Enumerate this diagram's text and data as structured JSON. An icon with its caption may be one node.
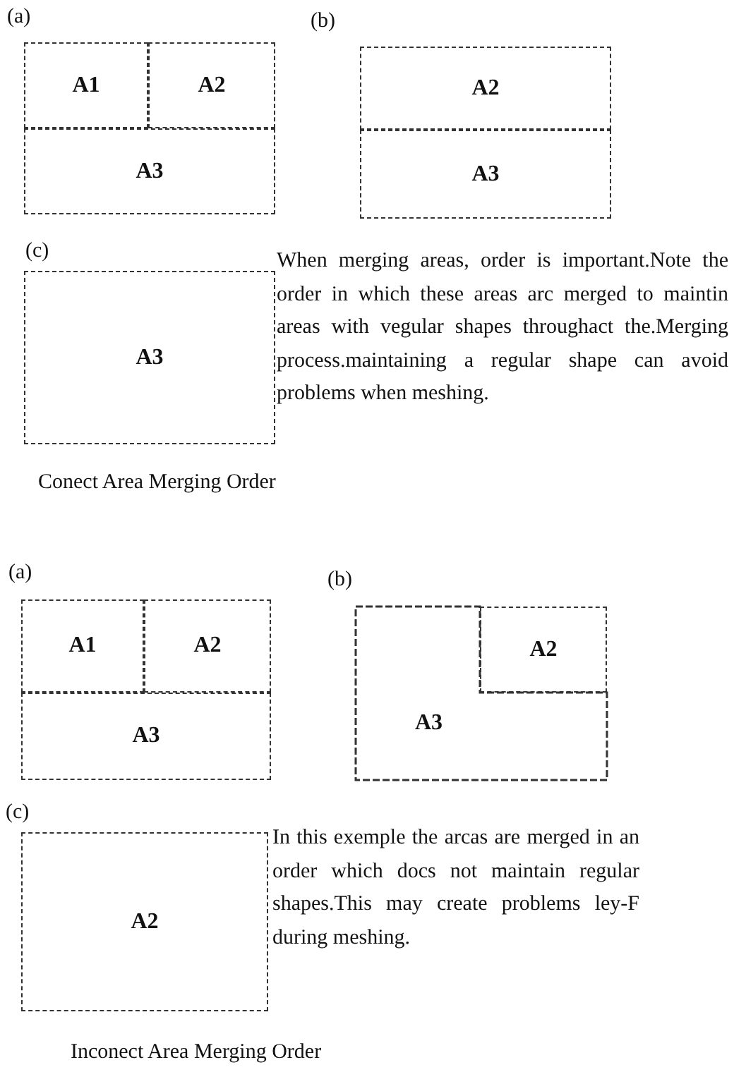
{
  "diagram": {
    "nodes": [
      {
        "text": [
          "A1"
        ]
      },
      {
        "text": [
          "A2"
        ]
      },
      {
        "text": [
          "A3"
        ]
      },
      {
        "text": [
          "A2"
        ]
      },
      {
        "text": [
          "A3"
        ]
      },
      {
        "text": [
          "A3"
        ]
      },
      {
        "text": [
          "A1"
        ]
      },
      {
        "text": [
          "A2"
        ]
      },
      {
        "text": [
          "A3"
        ]
      },
      {
        "text": [
          "A2"
        ]
      },
      {
        "text": [
          "A3"
        ]
      },
      {
        "text": [
          "A2"
        ]
      }
    ],
    "edges": [],
    "labels": [
      "(a)",
      "(b)",
      "(c)",
      "When merging areas, order is important.Note the order in which these areas arc merged to maintin areas with vegular shapes throughact the.Merging process.maintaining a regular shape can avoid problems when meshing.",
      "Conect Area Merging Order",
      "(a)",
      "(b)",
      "(c)",
      "In this exemple the arcas are merged in an order which docs not maintain regular shapes.This may create problems ley-F during meshing.",
      "Inconect Area Merging Order"
    ]
  }
}
